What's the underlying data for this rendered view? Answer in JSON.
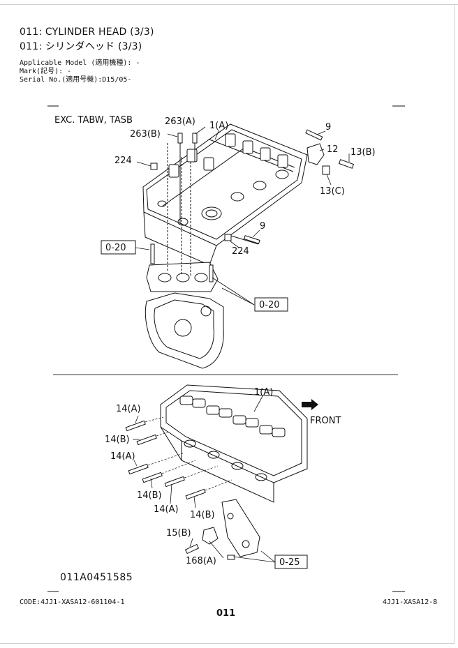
{
  "header": {
    "title_en": "011: CYLINDER HEAD (3/3)",
    "title_jp": "011: シリンダヘッド (3/3)",
    "applicable_model": "Applicable Model (適用機種): -",
    "mark": "Mark(記号): -",
    "serial_no": "Serial No.(適用号機):D15/05-"
  },
  "diagram": {
    "variant_note": "EXC. TABW, TASB",
    "front_label": "FRONT",
    "illustration_code": "011A0451585",
    "callouts": {
      "c263a": "263(A)",
      "c263b": "263(B)",
      "c1a_top": "1(A)",
      "c9_top": "9",
      "c12": "12",
      "c13b": "13(B)",
      "c13c": "13(C)",
      "c224_left": "224",
      "c9_mid": "9",
      "c224_mid": "224",
      "c1a_bottom": "1(A)",
      "c14a_1": "14(A)",
      "c14b_1": "14(B)",
      "c14a_2": "14(A)",
      "c14b_2": "14(B)",
      "c14a_3": "14(A)",
      "c14b_3": "14(B)",
      "c15b": "15(B)",
      "c168a": "168(A)"
    },
    "ref_boxes": {
      "ref_020_left": "0-20",
      "ref_020_right": "0-20",
      "ref_025": "0-25"
    }
  },
  "footer": {
    "code_left": "CODE:4JJ1-XASA12-601104-1",
    "code_right": "4JJ1-XASA12-8",
    "page_number": "011"
  }
}
